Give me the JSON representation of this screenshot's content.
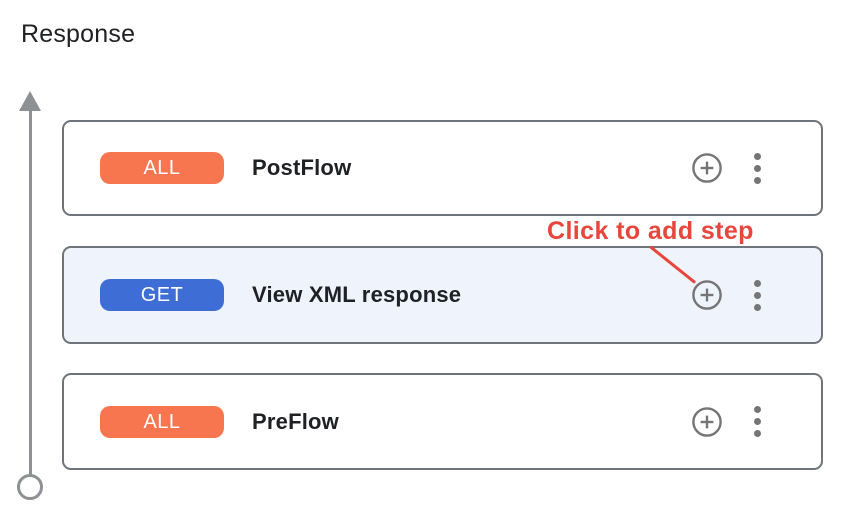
{
  "title": "Response",
  "annotation": {
    "label": "Click to add step",
    "color": "#e8453c"
  },
  "cards": [
    {
      "method": "ALL",
      "name": "PostFlow",
      "badge_color": "#f8764f"
    },
    {
      "method": "GET",
      "name": "View XML response",
      "badge_color": "#3e6ed5"
    },
    {
      "method": "ALL",
      "name": "PreFlow",
      "badge_color": "#f8764f"
    }
  ],
  "icons": {
    "add_step": "plus-circle-icon",
    "more_options": "more-vert-icon",
    "direction": "arrow-up-icon"
  },
  "colors": {
    "card_bg": "#ffffff",
    "selected_card_bg": "#eef3fc",
    "card_border": "#6f747a",
    "icon_gray": "#757575",
    "timeline_gray": "#8e9094",
    "text": "#202124"
  }
}
